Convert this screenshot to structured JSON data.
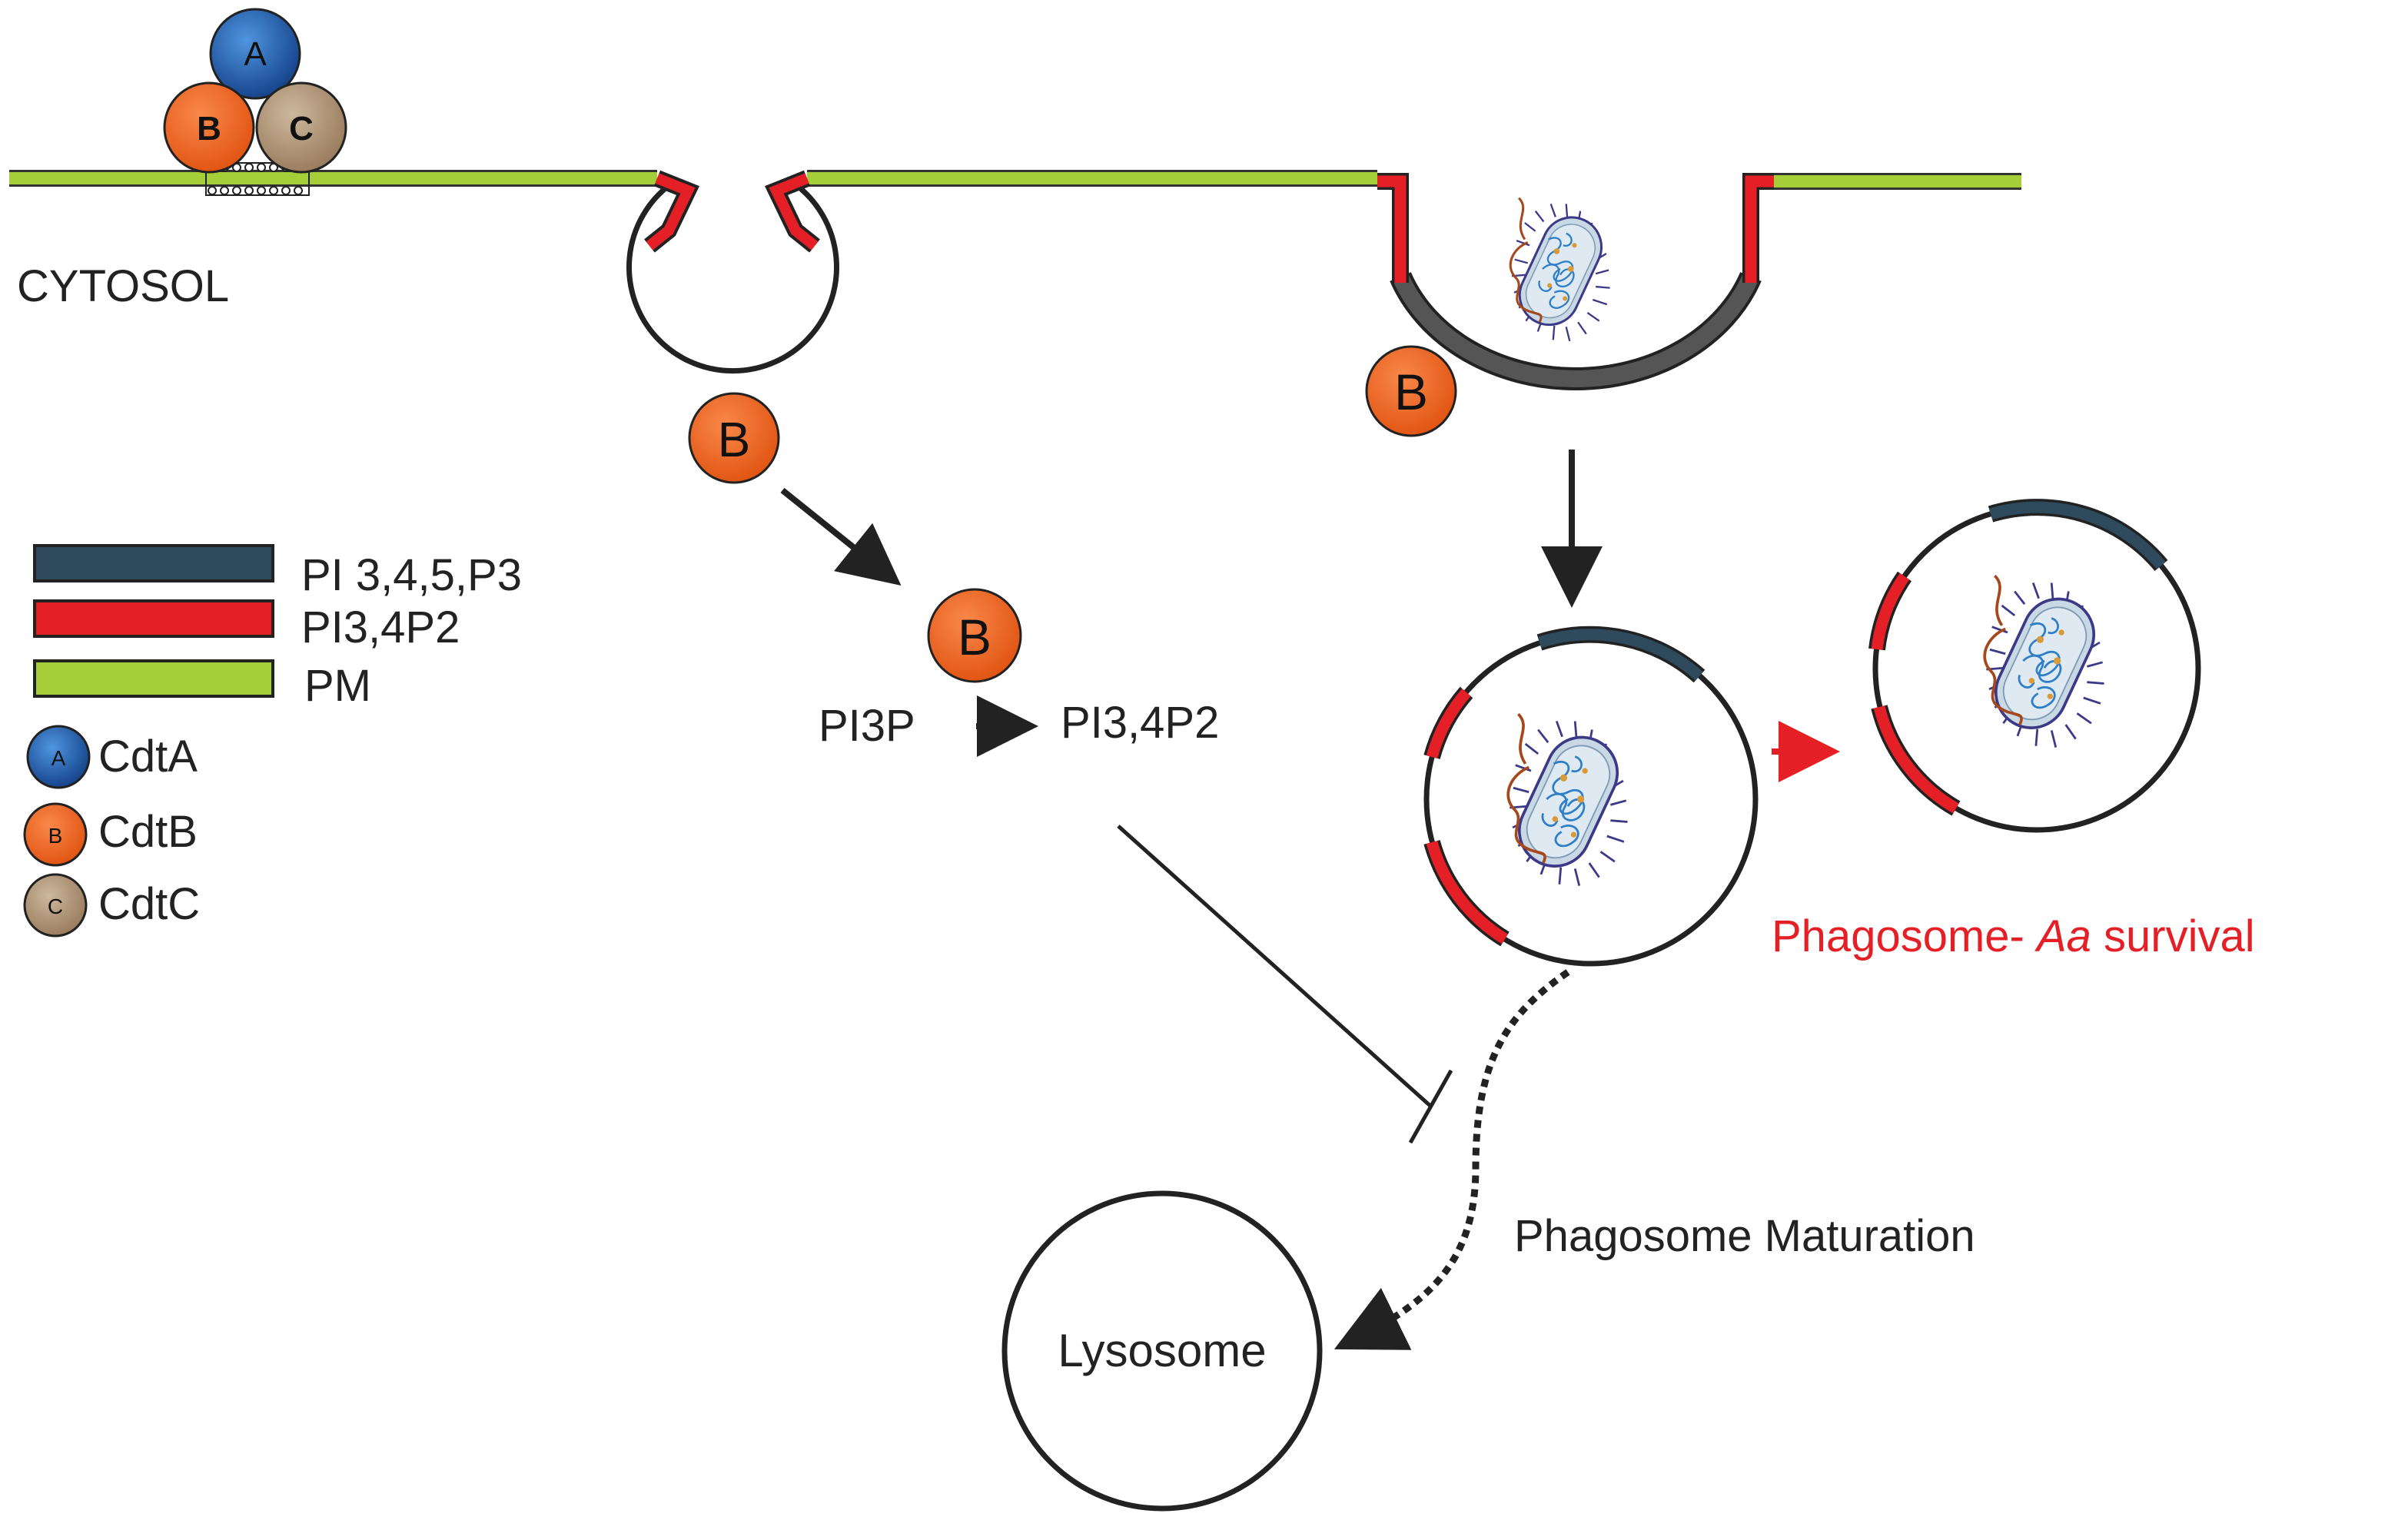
{
  "labels": {
    "cytosol": "CYTOSOL",
    "pi3p": "PI3P",
    "pi34p2": "PI3,4P2",
    "survival_prefix": "Phagosome- ",
    "survival_italic": "Aa",
    "survival_suffix": " survival",
    "maturation": "Phagosome Maturation",
    "lysosome": "Lysosome"
  },
  "subunit_letters": {
    "a": "A",
    "b": "B",
    "c": "C"
  },
  "legend": {
    "lipids": [
      {
        "label": "PI 3,4,5,P3",
        "color": "#2e4a5c"
      },
      {
        "label": "PI3,4P2",
        "color": "#e42026"
      },
      {
        "label": "PM",
        "color": "#a6ce39"
      }
    ],
    "subunits": [
      {
        "letter": "A",
        "label": "CdtA",
        "color": "#1f63b0"
      },
      {
        "letter": "B",
        "label": "CdtB",
        "color": "#f26522"
      },
      {
        "letter": "C",
        "label": "CdtC",
        "color": "#b49a7c"
      }
    ]
  },
  "colors": {
    "membrane": "#a6ce39",
    "pi34p2": "#e42026",
    "pip3": "#2e4a5c",
    "phagocytic_cup": "#555555",
    "inhibition_arrow": "#e42026",
    "survival_text": "#e42026"
  }
}
